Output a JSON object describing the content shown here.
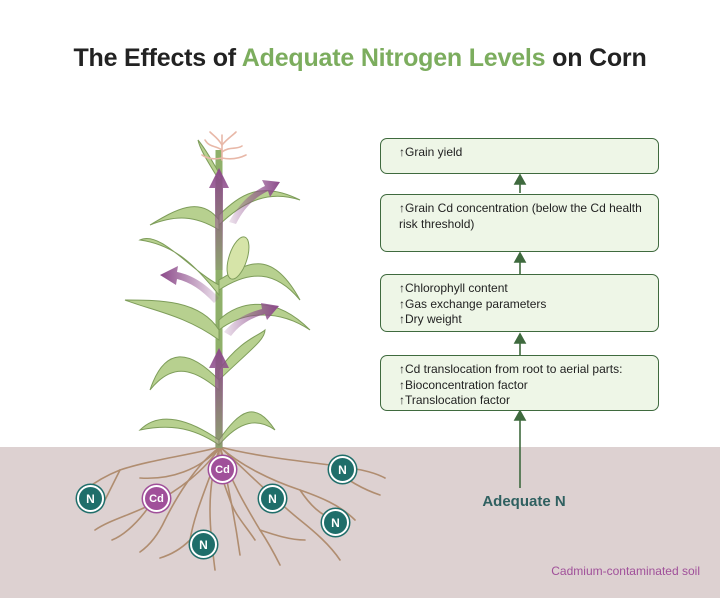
{
  "title": {
    "part1": "The Effects of ",
    "highlight": "Adequate Nitrogen Levels",
    "part2": " on Corn"
  },
  "boxes": [
    {
      "lines": [
        "↑Grain yield"
      ]
    },
    {
      "lines": [
        "↑Grain Cd concentration (below the Cd health risk threshold)"
      ]
    },
    {
      "lines": [
        "↑Chlorophyll content",
        "↑Gas exchange parameters",
        "↑Dry weight"
      ]
    },
    {
      "lines": [
        "↑Cd translocation from root to aerial parts:",
        "↑Bioconcentration factor",
        "↑Translocation factor"
      ]
    }
  ],
  "adequate_n_label": "Adequate N",
  "soil_label": "Cadmium-contaminated soil",
  "ions": {
    "n_label": "N",
    "cd_label": "Cd"
  },
  "colors": {
    "title_accent": "#7cad5e",
    "box_fill": "#eef6e7",
    "box_border": "#3f6a3e",
    "soil": "#ddd1d1",
    "nitrogen_ion": "#1f6e6a",
    "cadmium_ion": "#a0509a",
    "arrow_purple": "#8c4a8a",
    "leaf_green": "#b7d08f"
  }
}
